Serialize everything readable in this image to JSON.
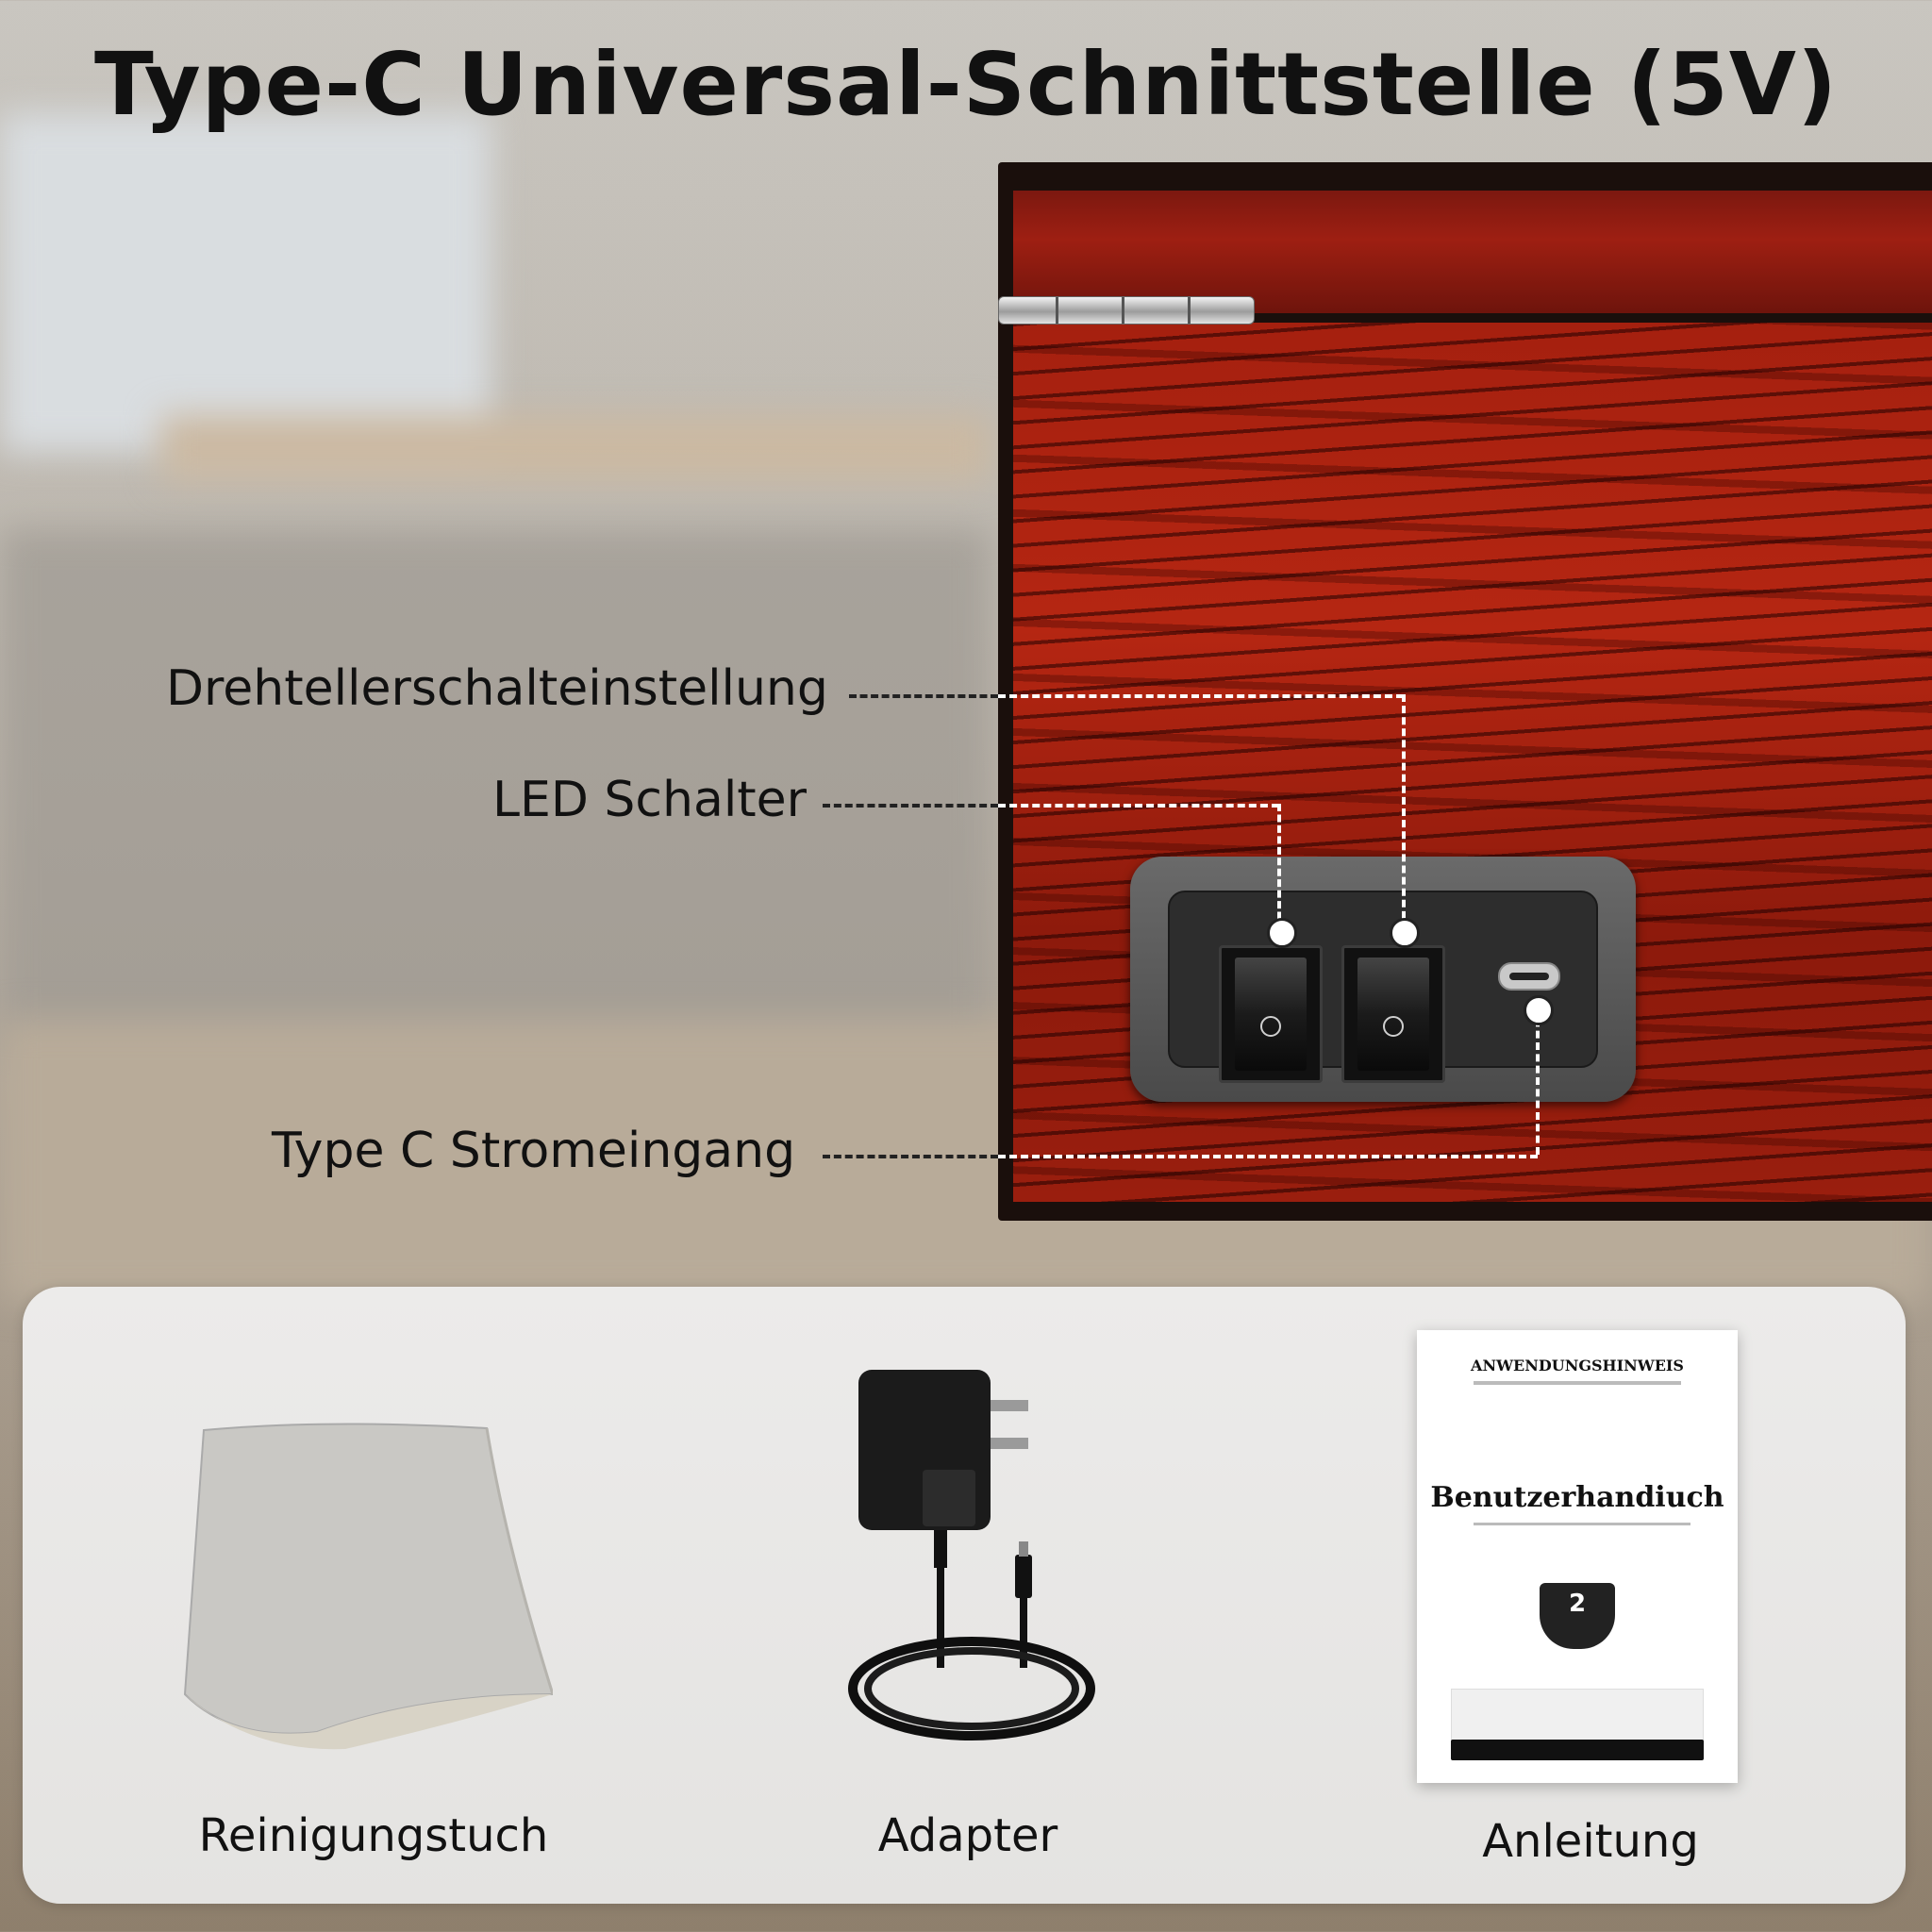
{
  "title": "Type-C Universal-Schnittstelle (5V)",
  "callouts": {
    "turntable_switch": "Drehtellerschalteinstellung",
    "led_switch": "LED Schalter",
    "power_input": "Type C Stromeingang"
  },
  "accessories": [
    {
      "label": "Reinigungstuch",
      "icon": "cleaning-cloth-icon"
    },
    {
      "label": "Adapter",
      "icon": "power-adapter-icon"
    },
    {
      "label": "Anleitung",
      "icon": "manual-icon"
    }
  ],
  "manual": {
    "header": "ANWENDUNGSHINWEIS",
    "title": "Benutzerhandiuch",
    "badge": "2"
  },
  "colors": {
    "wood": "#a5200f",
    "panel": "#4a4a4a",
    "card": "#e8e7e5",
    "callout_line": "#ffffff"
  }
}
